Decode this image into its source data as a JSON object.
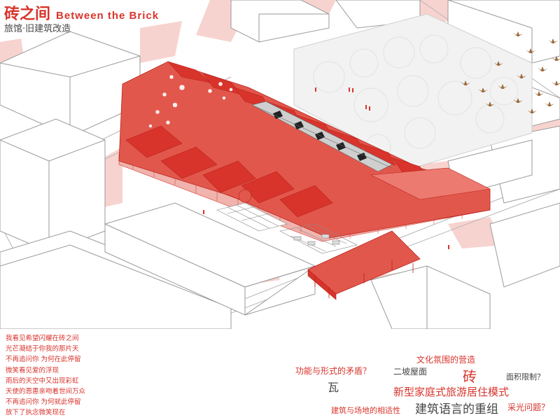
{
  "header": {
    "title_cn": "砖之间",
    "title_en": "Between the Brick",
    "subtitle": "旅馆·旧建筑改造"
  },
  "poem": [
    "我看见希望闪耀在砖之间",
    "光芒凝结于你我的那片天",
    "不再追问你  为何在此停留",
    "微笑看见爱的浮现",
    "雨后的天空中又出现彩虹",
    "天使的恩惠亲吻着世间万众",
    "不再追问你  为何就此停留",
    "放下了执念微笑现在"
  ],
  "keywords": {
    "culture": "文化氛围的营造",
    "conflict": "功能与形式的矛盾？",
    "roof": "二坡屋面",
    "brick": "砖",
    "far": "面积限制？",
    "tile": "瓦",
    "mode": "新型家庭式旅游居住模式",
    "site": "建筑与场地的相适性",
    "language": "建筑语言的重组",
    "light": "采光问题？"
  },
  "colors": {
    "accent": "#d8342c",
    "roof": "#e2574c",
    "pink": "#f7d3cf",
    "bird": "#9a6b3a",
    "line": "#9a9a9a"
  }
}
